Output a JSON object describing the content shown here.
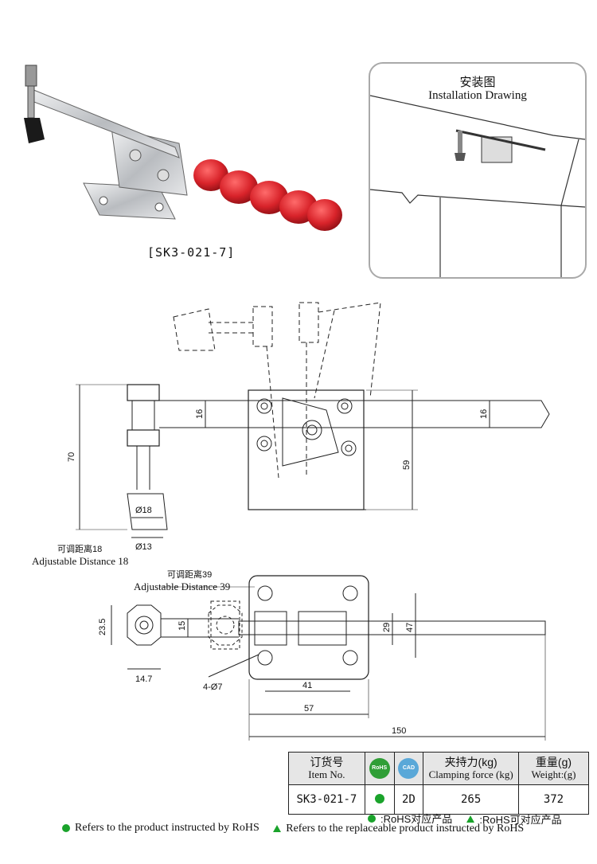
{
  "product": {
    "model_caption": "[SK3-021-7]"
  },
  "installation": {
    "title_cn": "安装图",
    "title_en": "Installation Drawing"
  },
  "dimensions": {
    "d16_left": "16",
    "d16_right": "16",
    "d70": "70",
    "d59": "59",
    "d18": "Ø18",
    "d13": "Ø13",
    "adj18_cn": "可调距离18",
    "adj18_en": "Adjustable Distance 18",
    "adj39_cn": "可调距离39",
    "adj39_en": "Adjustable Distance 39",
    "d235": "23.5",
    "d15": "15",
    "d147": "14.7",
    "d29": "29",
    "d47": "47",
    "d4_7": "4-Ø7",
    "d41": "41",
    "d57": "57",
    "d150": "150"
  },
  "table": {
    "headers": {
      "item_cn": "订货号",
      "item_en": "Item No.",
      "rohs_icon": "RoHS",
      "cad_icon": "CAD",
      "force_cn": "夹持力(kg)",
      "force_en": "Clamping force (kg)",
      "weight_cn": "重量(g)",
      "weight_en": "Weight:(g)"
    },
    "row": {
      "item": "SK3-021-7",
      "cad": "2D",
      "force": "265",
      "weight": "372"
    }
  },
  "legend": {
    "rohs_cn": ":RoHS对应产品",
    "replaceable_cn": ":RoHS可对应产品",
    "rohs_en": "Refers to the product instructed by RoHS",
    "replaceable_en": "Refers to the replaceable product instructed by RoHS"
  },
  "colors": {
    "handle_red": "#d8232a",
    "steel": "#c9cbcd",
    "rohs_green": "#1aa32b",
    "cad_blue": "#5aa8d8"
  }
}
